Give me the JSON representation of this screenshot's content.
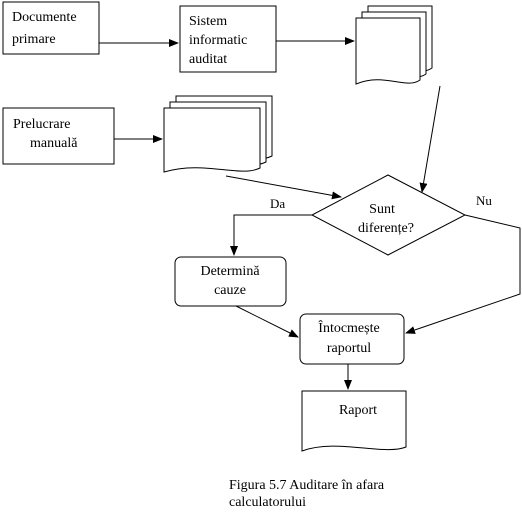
{
  "nodes": {
    "documente_primare": {
      "line1": "Documente",
      "line2": "primare"
    },
    "sistem_informatic": {
      "line1": "Sistem",
      "line2": "informatic",
      "line3": "auditat"
    },
    "prelucrare_manuala": {
      "line1": "Prelucrare",
      "line2": "manuală"
    },
    "decizie": {
      "line1": "Sunt",
      "line2": "diferențe?"
    },
    "determina_cauze": {
      "line1": "Determină",
      "line2": "cauze"
    },
    "intocmeste_raport": {
      "line1": "Întocmește",
      "line2": "raportul"
    },
    "raport": {
      "label": "Raport"
    }
  },
  "edge_labels": {
    "da": "Da",
    "nu": "Nu"
  },
  "caption": {
    "line1": "Figura 5.7 Auditare în afara",
    "line2": "calculatorului"
  }
}
